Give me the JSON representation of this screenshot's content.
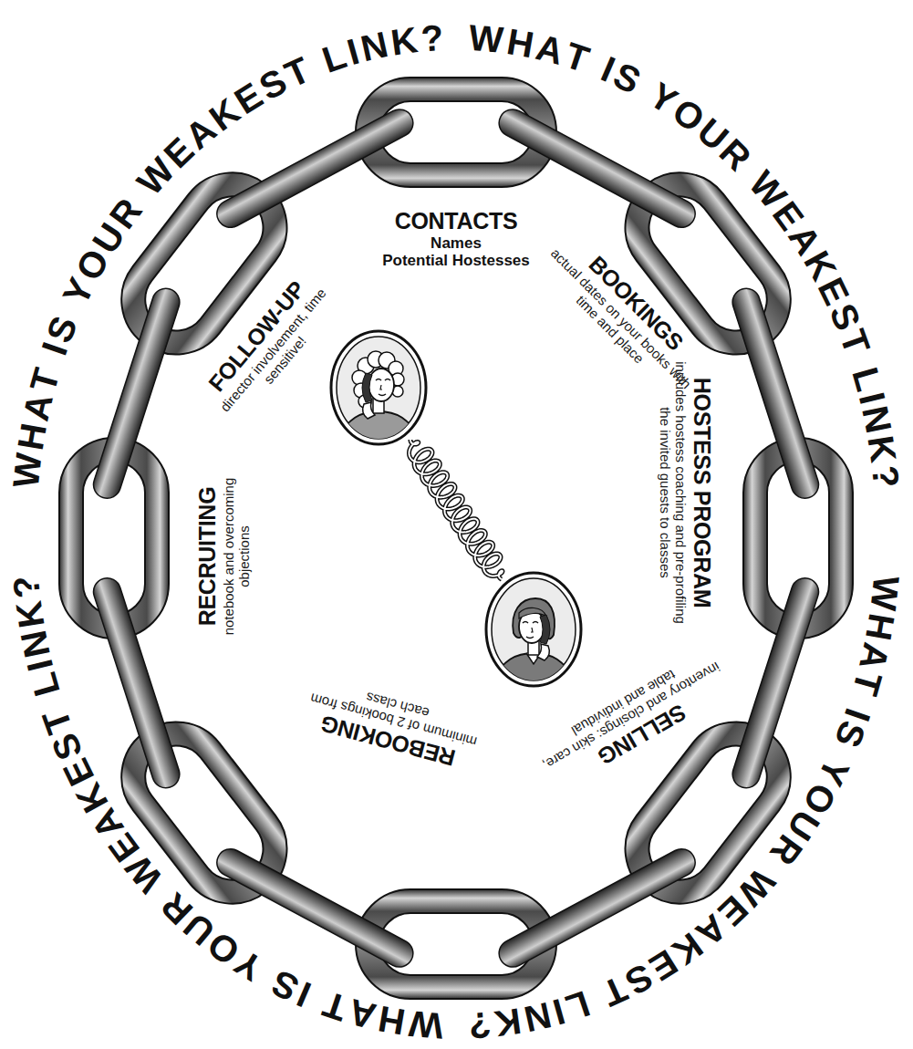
{
  "diagram": {
    "labels": [
      "WHAT IS YOUR WEAKEST LINK?",
      "WHAT IS YOUR WEAKEST LINK?",
      "WHAT IS YOUR WEAKEST LINK?",
      "WHAT IS YOUR WEAKEST LINK?",
      "CONTACTS",
      "Names",
      "Potential Hostesses",
      "BOOKINGS",
      "actual dates on your books with time and place",
      "HOSTESS PROGRAM",
      "includes hostess coaching and pre-profiling the invited guests to classes",
      "SELLING",
      "inventory and closings: skin care, table and individual",
      "REBOOKING",
      "minimum of 2 bookings from each class",
      "RECRUITING",
      "notebook and overcoming objections",
      "FOLLOW-UP",
      "director involvement, time sensitive!"
    ]
  }
}
